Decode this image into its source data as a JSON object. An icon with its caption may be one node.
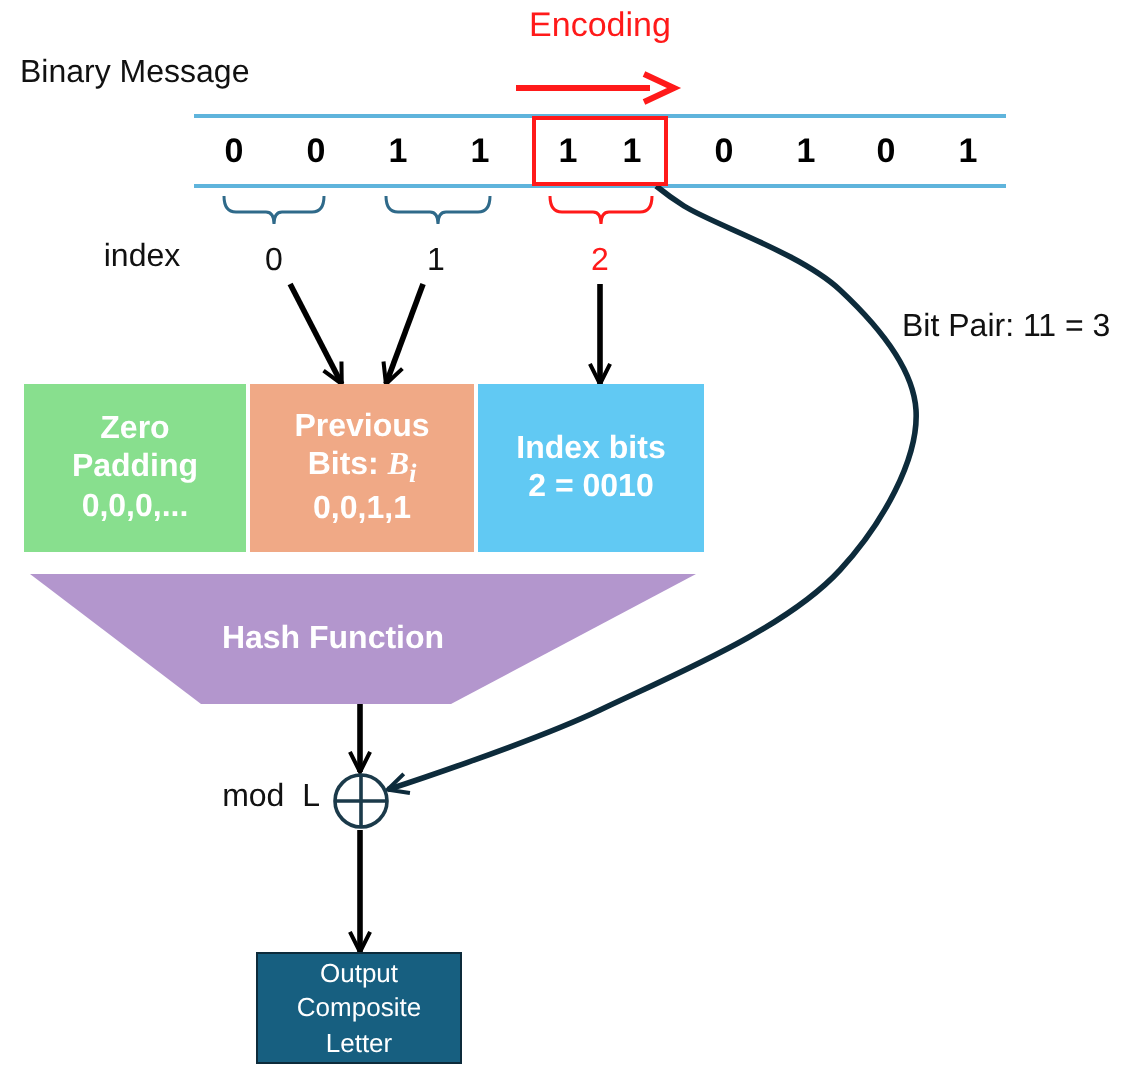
{
  "diagram": {
    "nodes": [
      {
        "text": [
          "1",
          "1"
        ]
      },
      {
        "text": [
          "0"
        ]
      },
      {
        "text": [
          "1"
        ]
      },
      {
        "text": [
          "2"
        ]
      },
      {
        "text": [
          "Zero Padding",
          "0,0,0,..."
        ]
      },
      {
        "text": [
          "Previous Bits: *B*$_{i}$",
          "0,0,1,1"
        ]
      },
      {
        "text": [
          "Index bits",
          "2 = 0010"
        ]
      },
      {
        "text": [
          "Hash Function"
        ]
      },
      {
        "text": [],
        "shape": "circle",
        "beside": [
          "mod  L"
        ]
      },
      {
        "text": [
          "Output Composite Letter"
        ]
      }
    ],
    "edges": [
      {
        "from": 1,
        "to": 5,
        "arrow": "to"
      },
      {
        "from": 2,
        "to": 5,
        "arrow": "to"
      },
      {
        "from": 3,
        "to": 6,
        "arrow": "to"
      },
      {
        "from": 0,
        "to": 8,
        "arrow": "to",
        "label": "Bit Pair: 11 = 3",
        "color": "#0d2b3b"
      },
      {
        "from": 7,
        "to": 8,
        "arrow": "to"
      },
      {
        "from": 8,
        "to": 9,
        "arrow": "to"
      }
    ],
    "labels": [
      "Encoding",
      "Binary Message",
      "0",
      "0",
      "1",
      "1",
      "0",
      "1",
      "0",
      "1",
      "index"
    ]
  }
}
